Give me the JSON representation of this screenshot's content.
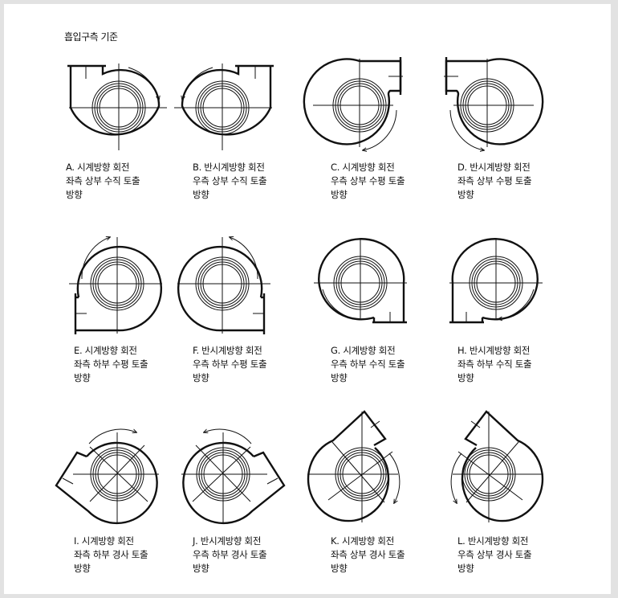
{
  "title": "흡입구측 기준",
  "fans": [
    {
      "id": "A",
      "line1": "A. 시계방향 회전",
      "line2": "좌측 상부 수직 토출",
      "line3": "방향"
    },
    {
      "id": "B",
      "line1": "B. 반시계방향 회전",
      "line2": "우측 상부 수직 토출",
      "line3": "방향"
    },
    {
      "id": "C",
      "line1": "C. 시계방향 회전",
      "line2": "우측 상부 수평 토출",
      "line3": "방향"
    },
    {
      "id": "D",
      "line1": "D. 반시계방향 회전",
      "line2": "좌측 상부 수평 토출",
      "line3": "방향"
    },
    {
      "id": "E",
      "line1": "E. 시계방향 회전",
      "line2": "좌측 하부 수평 토출",
      "line3": "방향"
    },
    {
      "id": "F",
      "line1": "F. 반시계방향 회전",
      "line2": "우측 하부 수평 토출",
      "line3": "방향"
    },
    {
      "id": "G",
      "line1": "G. 시계방향 회전",
      "line2": "우측 하부 수직 토출",
      "line3": "방향"
    },
    {
      "id": "H",
      "line1": "H. 반시계방향 회전",
      "line2": "좌측 하부 수직 토출",
      "line3": "방향"
    },
    {
      "id": "I",
      "line1": "I. 시계방향 회전",
      "line2": "좌측 하부 경사 토출",
      "line3": "방향"
    },
    {
      "id": "J",
      "line1": "J. 반시계방향 회전",
      "line2": "우측 하부 경사 토출",
      "line3": "방향"
    },
    {
      "id": "K",
      "line1": "K. 시계방향 회전",
      "line2": "좌측 상부 경사 토출",
      "line3": "방향"
    },
    {
      "id": "L",
      "line1": "L. 반시계방향 회전",
      "line2": "우측 상부 경사 토출",
      "line3": "방향"
    }
  ]
}
